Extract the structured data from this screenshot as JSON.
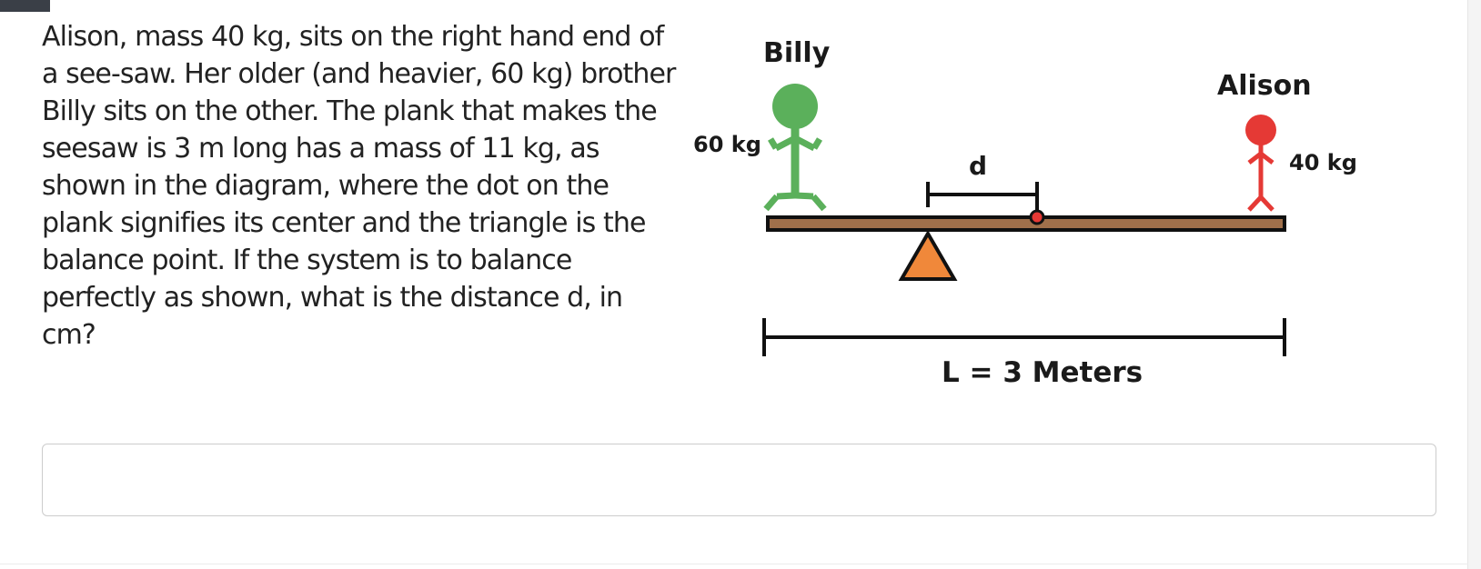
{
  "question": {
    "text": "Alison, mass 40 kg, sits on the right hand end of a see-saw. Her older (and heavier, 60 kg) brother Billy sits on the other. The plank that makes the seesaw is 3 m long has a mass of 11 kg, as shown in the diagram, where the dot on the plank signifies its center and the triangle is the balance point. If the system is to balance perfectly as shown, what is the distance d, in cm?"
  },
  "diagram": {
    "billy_label": "Billy",
    "billy_mass": "60 kg",
    "alison_label": "Alison",
    "alison_mass": "40 kg",
    "distance_label": "d",
    "length_label": "L = 3 Meters",
    "colors": {
      "billy": "#5bb05b",
      "alison": "#e53935",
      "plank": "#a0704b",
      "fulcrum": "#f0883a",
      "center_dot": "#e53935"
    }
  },
  "answer": {
    "value": "",
    "placeholder": ""
  }
}
